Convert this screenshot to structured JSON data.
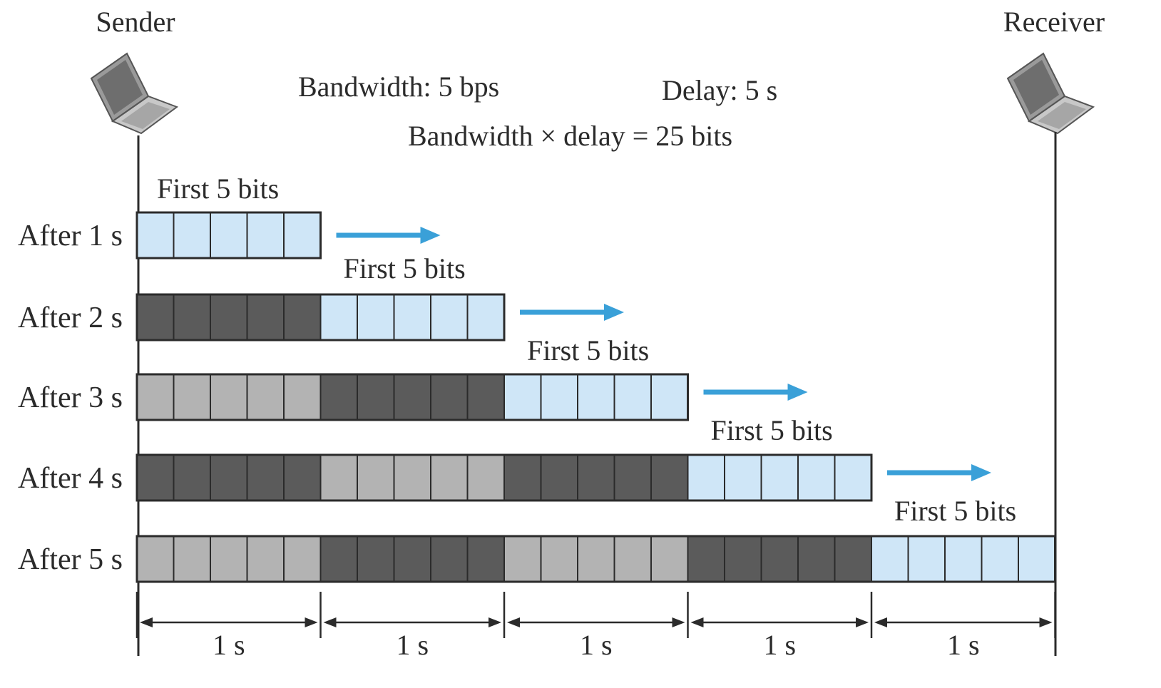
{
  "endpoints": {
    "sender_label": "Sender",
    "receiver_label": "Receiver"
  },
  "info": {
    "bandwidth": "Bandwidth: 5 bps",
    "delay": "Delay: 5 s",
    "product": "Bandwidth × delay = 25 bits"
  },
  "chunk_label": "First 5 bits",
  "rows": [
    {
      "label": "After 1 s",
      "chunks": [
        "light"
      ]
    },
    {
      "label": "After 2 s",
      "chunks": [
        "dark",
        "light"
      ]
    },
    {
      "label": "After 3 s",
      "chunks": [
        "gray",
        "dark",
        "light"
      ]
    },
    {
      "label": "After 4 s",
      "chunks": [
        "dark",
        "gray",
        "dark",
        "light"
      ]
    },
    {
      "label": "After 5 s",
      "chunks": [
        "gray",
        "dark",
        "gray",
        "dark",
        "light"
      ]
    }
  ],
  "bits_per_chunk": 5,
  "timeline": {
    "segment_label": "1 s",
    "segments": 5
  },
  "colors": {
    "light": "#cfe6f7",
    "dark": "#5b5b5b",
    "gray": "#b3b3b3",
    "arrow": "#3aa0d8",
    "line": "#2b2b2b"
  }
}
